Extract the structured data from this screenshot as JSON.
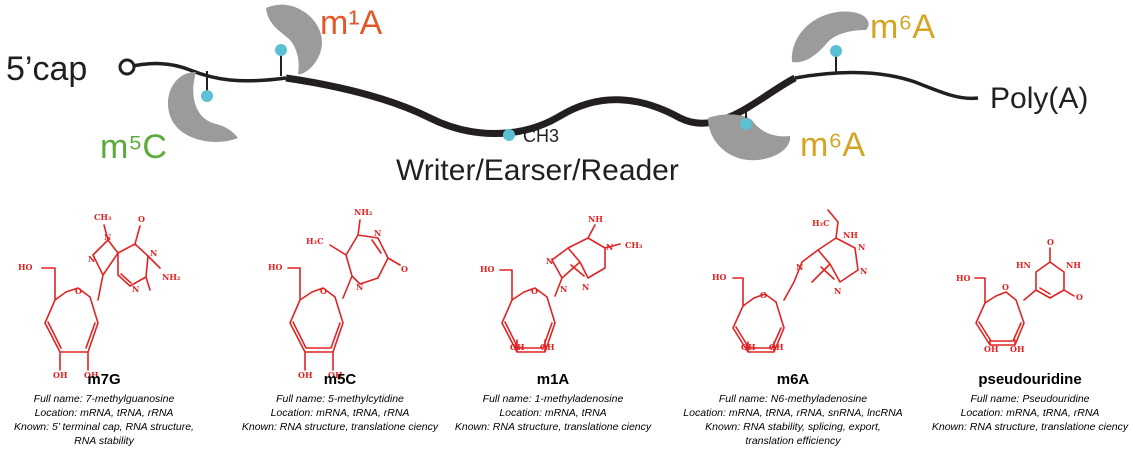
{
  "colors": {
    "m5c": "#5aab3a",
    "m1a": "#e0592a",
    "m6a": "#d4a424",
    "ch3": "#5bc0d4",
    "protein": "#9b9b9b",
    "strand": "#231f20",
    "structure": "#e02424"
  },
  "rna": {
    "cap_label": "5’cap",
    "tail_label": "Poly(A)",
    "m5c_label": "m⁵C",
    "m1a_label": "m¹A",
    "m6a_label_top": "m⁶A",
    "m6a_label_bottom": "m⁶A",
    "legend_ch3": "CH3",
    "legend_roles": "Writer/Earser/Reader"
  },
  "molecules": [
    {
      "name": "m7G",
      "info": [
        "Full name: 7-methylguanosine",
        "Location: mRNA, tRNA, rRNA",
        "Known: 5’ terminal cap, RNA structure,",
        "RNA stability"
      ],
      "atoms": {
        "sub": "CH₃",
        "o": "O",
        "n1": "N",
        "n2": "N",
        "n3": "N",
        "n4": "N",
        "nh2": "NH₂",
        "ho": "HO",
        "oh1": "OH",
        "oh2": "OH",
        "ring_o": "O"
      }
    },
    {
      "name": "m5C",
      "info": [
        "Full name: 5-methylcytidine",
        "Location: mRNA, tRNA, rRNA",
        "Known: RNA structure, translatione ciency"
      ],
      "atoms": {
        "nh2": "NH₂",
        "h3c": "H₃C",
        "n1": "N",
        "n2": "N",
        "o": "O",
        "ho": "HO",
        "oh1": "OH",
        "oh2": "OH",
        "ring_o": "O"
      }
    },
    {
      "name": "m1A",
      "info": [
        "Full name: 1-methyladenosine",
        "Location: mRNA, tRNA",
        "Known: RNA structure, translatione ciency"
      ],
      "atoms": {
        "nh": "NH",
        "ch3": "CH₃",
        "n1": "N",
        "n2": "N",
        "n3": "N",
        "n4": "N",
        "ho": "HO",
        "oh1": "OH",
        "oh2": "OH",
        "ring_o": "O"
      }
    },
    {
      "name": "m6A",
      "info": [
        "Full name: N6-methyladenosine",
        "Location: mRNA, tRNA, rRNA, snRNA, lncRNA",
        "Known: RNA stability, splicing, export,",
        "translation efficiency"
      ],
      "atoms": {
        "h3c": "H₃C",
        "nh": "NH",
        "n1": "N",
        "n2": "N",
        "n3": "N",
        "n4": "N",
        "ho": "HO",
        "oh1": "OH",
        "oh2": "OH",
        "ring_o": "O"
      }
    },
    {
      "name": "pseudouridine",
      "info": [
        "Full name: Pseudouridine",
        "Location: mRNA, tRNA, rRNA",
        "Known: RNA structure, translatione ciency"
      ],
      "atoms": {
        "o1": "O",
        "o2": "O",
        "hn": "HN",
        "nh": "NH",
        "ho": "HO",
        "oh1": "OH",
        "oh2": "OH",
        "ring_o": "O"
      }
    }
  ]
}
